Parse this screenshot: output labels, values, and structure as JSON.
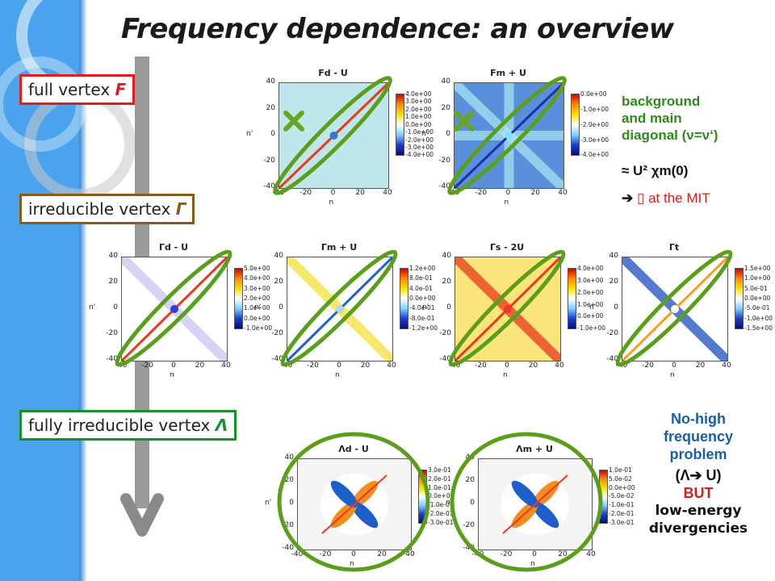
{
  "title": "Frequency dependence: an overview",
  "boxes": {
    "full_vertex": {
      "label": "full vertex ",
      "symbol": "F",
      "color": "#e01e1e",
      "border": "#e01e1e"
    },
    "irreducible_vertex": {
      "label": "irreducible vertex ",
      "symbol": "Γ",
      "color": "#8a5a1a",
      "border": "#8a5a1a"
    },
    "fully_irreducible_vertex": {
      "label": "fully irreducible vertex ",
      "symbol": "Λ",
      "color": "#17912c",
      "border": "#17912c"
    }
  },
  "annotations": {
    "background_line1": "background",
    "background_line2": "and main",
    "background_line3": "diagonal (ν=ν‘)",
    "approx": "≈ U² χm(0)",
    "mit_arrow": "➔",
    "mit_box": "▯",
    "mit_text": " at the MIT",
    "no_high_1": "No-high",
    "no_high_2": "frequency",
    "no_high_3": "problem",
    "lambda_u": "(Λ➔ U)",
    "but": "BUT",
    "low_energy_1": "low-energy",
    "low_energy_2": "divergencies"
  },
  "axis": {
    "x_label": "n",
    "y_label": "n'",
    "ticks": [
      "40",
      "20",
      "0",
      "-20",
      "-40"
    ],
    "xticks": [
      "-40",
      "-20",
      "0",
      "20",
      "40"
    ]
  },
  "plots": [
    {
      "id": "Fd",
      "title": "Fd - U",
      "pattern": "diag_red",
      "cbar": [
        "4.0e+00",
        "3.0e+00",
        "2.0e+00",
        "1.0e+00",
        "0.0e+00",
        "-1.0e+00",
        "-2.0e+00",
        "-3.0e+00",
        "-4.0e+00"
      ]
    },
    {
      "id": "Fm",
      "title": "Fm + U",
      "pattern": "diag_blue",
      "cbar": [
        "0.0e+00",
        "-1.0e+00",
        "-2.0e+00",
        "-3.0e+00",
        "-4.0e+00"
      ]
    },
    {
      "id": "Gd",
      "title": "Γd - U",
      "pattern": "gamma_d",
      "cbar": [
        "5.0e+00",
        "4.0e+00",
        "3.0e+00",
        "2.0e+00",
        "1.0e+00",
        "0.0e+00",
        "-1.0e+00"
      ]
    },
    {
      "id": "Gm",
      "title": "Γm + U",
      "pattern": "gamma_m",
      "cbar": [
        "1.2e+00",
        "8.0e-01",
        "4.0e-01",
        "0.0e+00",
        "-4.0e-01",
        "-8.0e-01",
        "-1.2e+00"
      ]
    },
    {
      "id": "Gs",
      "title": "Γs - 2U",
      "pattern": "gamma_s",
      "cbar": [
        "4.0e+00",
        "3.0e+00",
        "2.0e+00",
        "1.0e+00",
        "0.0e+00",
        "-1.0e+00"
      ]
    },
    {
      "id": "Gt",
      "title": "Γt",
      "pattern": "gamma_t",
      "cbar": [
        "1.5e+00",
        "1.0e+00",
        "5.0e-01",
        "0.0e+00",
        "-5.0e-01",
        "-1.0e+00",
        "-1.5e+00"
      ]
    },
    {
      "id": "Ld",
      "title": "Λd - U",
      "pattern": "lambda_d",
      "cbar": [
        "3.0e-01",
        "2.0e-01",
        "1.0e-01",
        "0.0e+00",
        "-1.0e-01",
        "-2.0e-01",
        "-3.0e-01"
      ]
    },
    {
      "id": "Lm",
      "title": "Λm + U",
      "pattern": "lambda_m",
      "cbar": [
        "1.0e-01",
        "5.0e-02",
        "0.0e+00",
        "-5.0e-02",
        "-1.0e-01",
        "-2.0e-01",
        "-3.0e-01"
      ]
    }
  ],
  "colors": {
    "ellipse_green": "#5a9e1a",
    "cross_green": "#6aa321",
    "sidebar_blue": "#4aa3ec",
    "arrow_gray": "#9a9a9a",
    "no_high_blue": "#1a5ea8",
    "but_red": "#d21f1f"
  }
}
